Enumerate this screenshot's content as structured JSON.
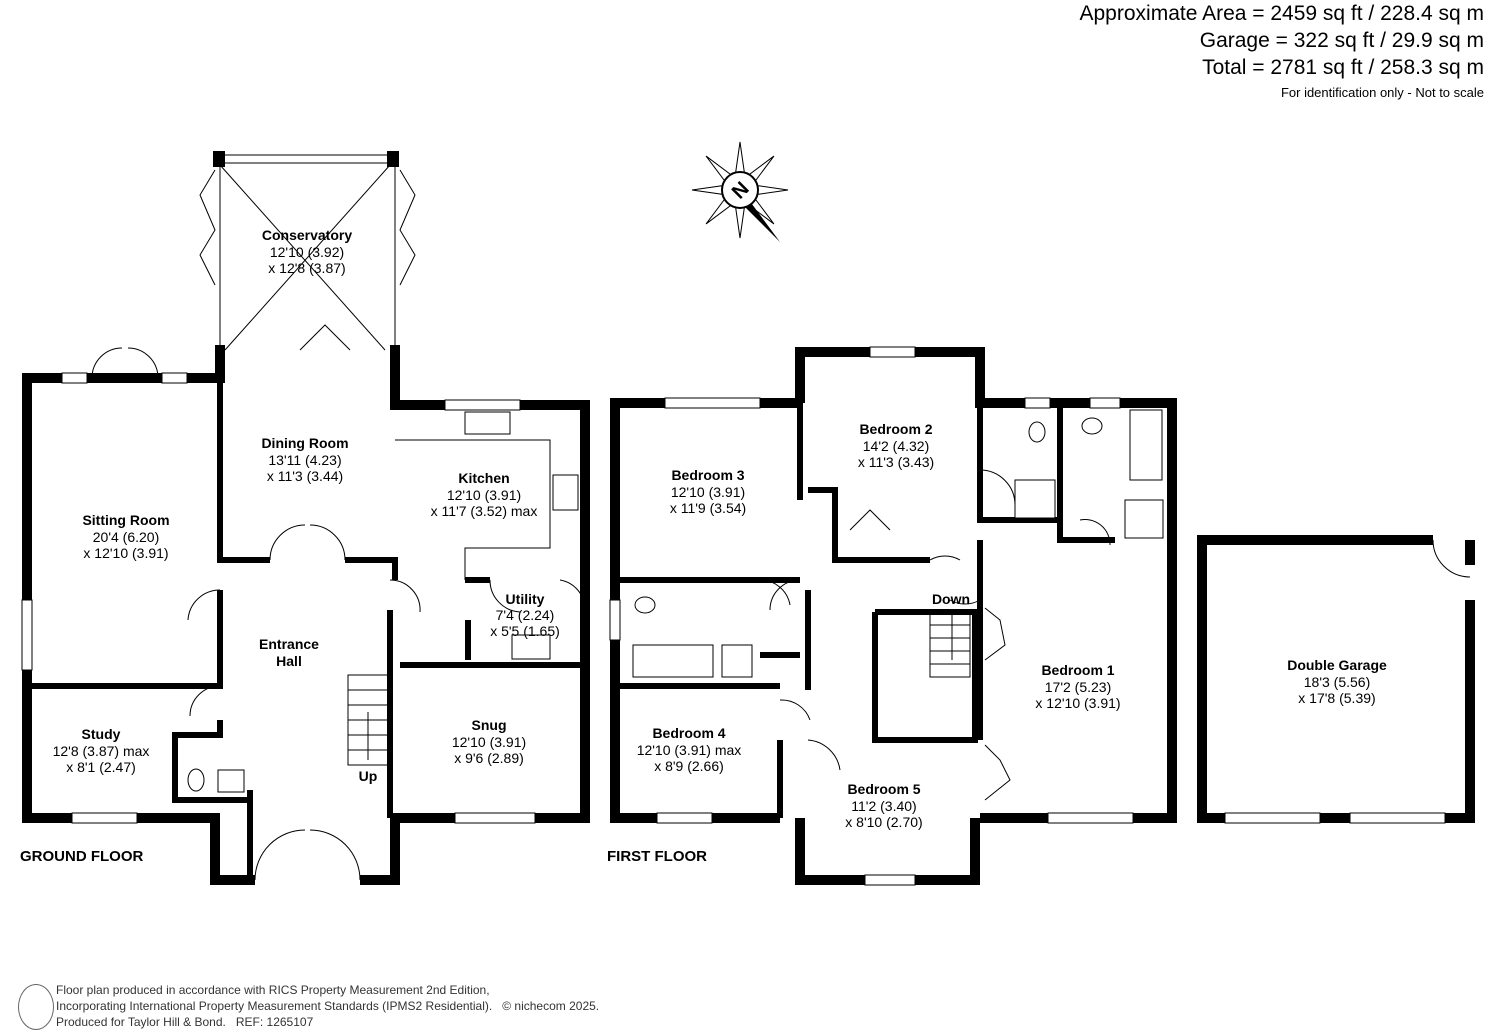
{
  "areas": {
    "approximate": "Approximate Area = 2459 sq ft / 228.4 sq m",
    "garage": "Garage = 322 sq ft / 29.9 sq m",
    "total": "Total = 2781 sq ft / 258.3 sq m",
    "note": "For identification only - Not to scale"
  },
  "compass": {
    "label": "N"
  },
  "floors": {
    "ground": "GROUND FLOOR",
    "first": "FIRST FLOOR"
  },
  "rooms": {
    "conservatory": {
      "name": "Conservatory",
      "d1": "12'10 (3.92)",
      "d2": "x 12'8 (3.87)"
    },
    "dining": {
      "name": "Dining Room",
      "d1": "13'11 (4.23)",
      "d2": "x 11'3 (3.44)"
    },
    "sitting": {
      "name": "Sitting Room",
      "d1": "20'4 (6.20)",
      "d2": "x 12'10 (3.91)"
    },
    "kitchen": {
      "name": "Kitchen",
      "d1": "12'10 (3.91)",
      "d2": "x 11'7 (3.52) max"
    },
    "utility": {
      "name": "Utility",
      "d1": "7'4 (2.24)",
      "d2": "x 5'5 (1.65)"
    },
    "hall": {
      "name1": "Entrance",
      "name2": "Hall"
    },
    "study": {
      "name": "Study",
      "d1": "12'8 (3.87) max",
      "d2": "x 8'1 (2.47)"
    },
    "snug": {
      "name": "Snug",
      "d1": "12'10 (3.91)",
      "d2": "x 9'6 (2.89)"
    },
    "bed3": {
      "name": "Bedroom 3",
      "d1": "12'10 (3.91)",
      "d2": "x 11'9 (3.54)"
    },
    "bed2": {
      "name": "Bedroom 2",
      "d1": "14'2 (4.32)",
      "d2": "x 11'3 (3.43)"
    },
    "bed1": {
      "name": "Bedroom 1",
      "d1": "17'2 (5.23)",
      "d2": "x 12'10 (3.91)"
    },
    "bed4": {
      "name": "Bedroom 4",
      "d1": "12'10 (3.91) max",
      "d2": "x 8'9 (2.66)"
    },
    "bed5": {
      "name": "Bedroom 5",
      "d1": "11'2 (3.40)",
      "d2": "x 8'10 (2.70)"
    },
    "garage": {
      "name": "Double Garage",
      "d1": "18'3 (5.56)",
      "d2": "x 17'8 (5.39)"
    }
  },
  "stairs": {
    "up": "Up",
    "down": "Down"
  },
  "footer": {
    "line1": "Floor plan produced in accordance with RICS Property Measurement 2nd Edition,",
    "line2": "Incorporating International Property Measurement Standards (IPMS2 Residential).",
    "copyright": "© nichecom 2025.",
    "line3": "Produced for Taylor Hill & Bond.   REF: 1265107"
  }
}
